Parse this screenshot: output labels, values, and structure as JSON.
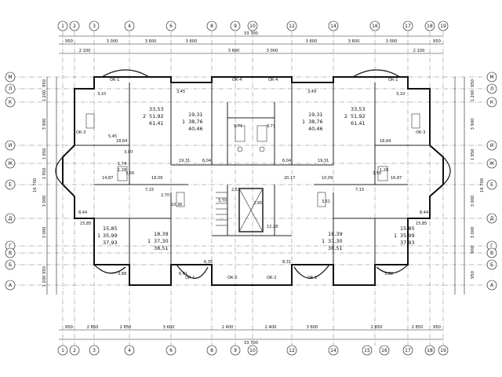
{
  "axes": {
    "top": [
      "1",
      "2",
      "3",
      "4",
      "6",
      "8",
      "9",
      "10",
      "12",
      "14",
      "16",
      "17",
      "18",
      "19"
    ],
    "bottom": [
      "1",
      "2",
      "3",
      "4",
      "6",
      "8",
      "9",
      "10",
      "12",
      "14",
      "15",
      "16",
      "17",
      "18",
      "19"
    ],
    "left": [
      "М",
      "Л",
      "К",
      "И",
      "Ж",
      "Е",
      "Д",
      "Г",
      "В",
      "Б",
      "А"
    ],
    "right": [
      "М",
      "Л",
      "К",
      "И",
      "Ж",
      "Е",
      "Д",
      "Г",
      "В",
      "Б",
      "А"
    ]
  },
  "dims_top": {
    "overall": "33 700",
    "row1": [
      "950",
      "3 000",
      "3 600",
      "3 600",
      "3 600",
      "3 600",
      "3 000",
      "950"
    ],
    "row2": [
      "2 100",
      "3 600",
      "3 000",
      "2 100"
    ]
  },
  "dims_bottom": {
    "overall": "33 700",
    "row1": [
      "950",
      "2 850",
      "2 850",
      "3 600",
      "2 400",
      "2 400",
      "3 600",
      "2 850",
      "2 850",
      "950"
    ]
  },
  "dims_left": [
    "950",
    "1 200",
    "3 900",
    "1 650",
    "1 950",
    "3 000",
    "3 000",
    "950",
    "1 200"
  ],
  "dims_left_overall": "16 700",
  "dims_right": [
    "950",
    "1 200",
    "3 900",
    "1 950",
    "3 000",
    "3 000",
    "900",
    "950"
  ],
  "dims_right_overall": "16 700",
  "apartments": [
    {
      "id": "apt-top-left",
      "rooms": "2",
      "a": "33,53",
      "b": "51,92",
      "c": "61,41"
    },
    {
      "id": "apt-top-center-left",
      "rooms": "1",
      "a": "19,31",
      "b": "38,76",
      "c": "40,46"
    },
    {
      "id": "apt-top-center-right",
      "rooms": "1",
      "a": "19,31",
      "b": "38,76",
      "c": "40,46"
    },
    {
      "id": "apt-top-right",
      "rooms": "2",
      "a": "33,53",
      "b": "51,92",
      "c": "61,41"
    },
    {
      "id": "apt-bottom-left",
      "rooms": "1",
      "a": "15,85",
      "b": "35,99",
      "c": "37,93"
    },
    {
      "id": "apt-bottom-center-left",
      "rooms": "1",
      "a": "18,39",
      "b": "37,30",
      "c": "38,51"
    },
    {
      "id": "apt-bottom-center-right",
      "rooms": "1",
      "a": "18,39",
      "b": "37,30",
      "c": "38,51"
    },
    {
      "id": "apt-bottom-right",
      "rooms": "1",
      "a": "15,85",
      "b": "35,99",
      "c": "37,93"
    }
  ],
  "areas": [
    "18,64",
    "19,31",
    "6,04",
    "9,71",
    "9,71",
    "6,04",
    "19,31",
    "18,64",
    "14,87",
    "18,09",
    "10,36",
    "20,17",
    "10,09",
    "16,87",
    "8,44",
    "8,44",
    "15,85",
    "15,85",
    "3,70",
    "3,45",
    "5,45",
    "3,90",
    "3,56",
    "7,15",
    "2,95",
    "12,28",
    "3,56",
    "7,15",
    "3,10",
    "3,10",
    "2,51",
    "3,49",
    "6,35",
    "6,41",
    "8,31",
    "1,74",
    "1,28",
    "2,70",
    "3,51",
    "3,88",
    "3,88",
    "1,28"
  ],
  "window_labels": [
    "ОК-1",
    "ОК-4",
    "ОК-4",
    "ОК-1",
    "ОК-1",
    "ОК-1",
    "ОК-3",
    "ОК-3",
    "ОК-2",
    "ОК-2"
  ]
}
